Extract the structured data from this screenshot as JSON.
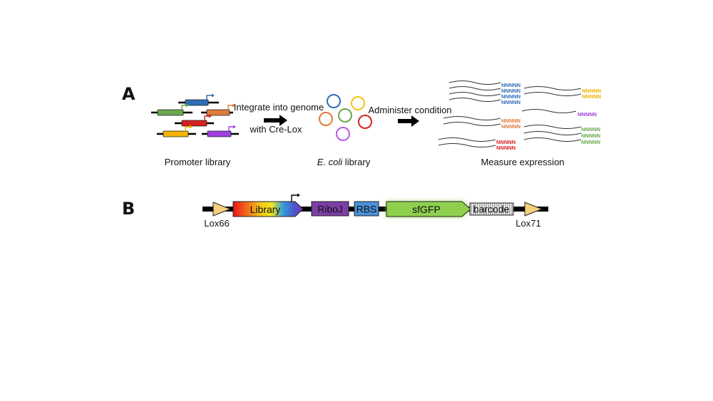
{
  "panel_a": {
    "label": "A",
    "promoter_library_caption": "Promoter library",
    "integrate_label_1": "Integrate into genome",
    "integrate_label_2": "with Cre-Lox",
    "ecoli_caption_italic": "E. coli",
    "ecoli_caption_rest": " library",
    "administer_label": "Administer condition",
    "measure_caption": "Measure expression",
    "barcode_text": "NNNNN",
    "promoter_colors": [
      "#2e6db4",
      "#6aa84f",
      "#e07b39",
      "#d62020",
      "#f4b400",
      "#a040e0"
    ],
    "circle_colors": [
      "#2e6db4",
      "#f4c20d",
      "#e07b39",
      "#6aa84f",
      "#d62020",
      "#b55ce6"
    ],
    "barcode_colors": {
      "blue": "#2e6db4",
      "yellow": "#f0b400",
      "purple": "#a040e0",
      "orange": "#e07b39",
      "green": "#6aa84f",
      "red": "#d62020"
    }
  },
  "panel_b": {
    "label": "B",
    "lox_left": "Lox66",
    "lox_right": "Lox71",
    "library": "Library",
    "riboj": "RiboJ",
    "rbs": "RBS",
    "sfgfp": "sfGFP",
    "barcode": "barcode",
    "colors": {
      "lox": "#f5cf7a",
      "riboj": "#7b3fa6",
      "rbs": "#4a90d9",
      "sfgfp": "#8fd14f"
    }
  }
}
